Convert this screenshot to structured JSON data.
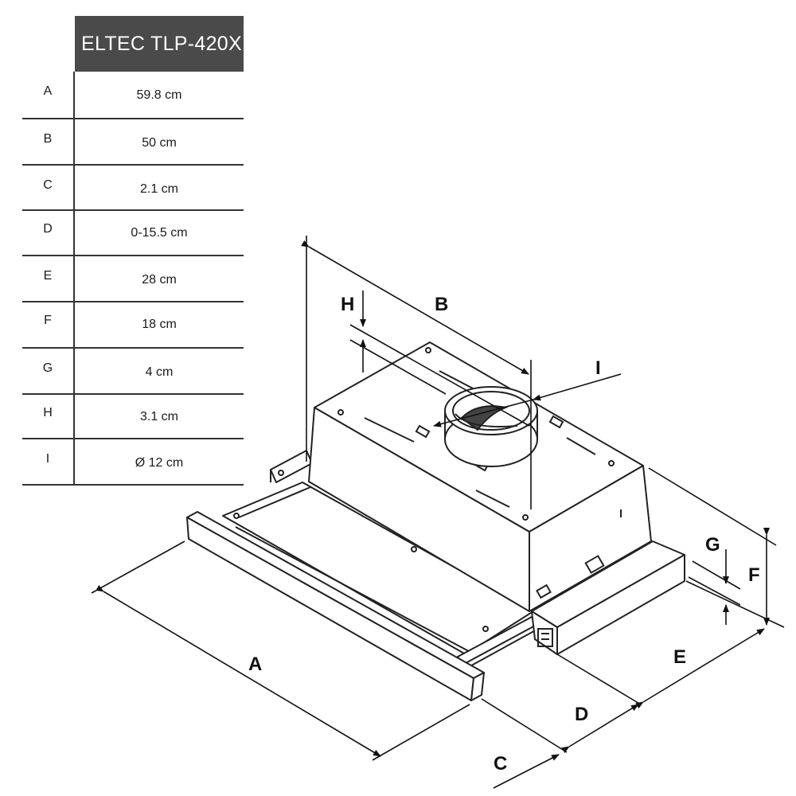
{
  "table": {
    "title": "ELTEC TLP-420X",
    "rows": [
      {
        "key": "A",
        "value": "59.8 cm"
      },
      {
        "key": "B",
        "value": "50 cm"
      },
      {
        "key": "C",
        "value": "2.1 cm"
      },
      {
        "key": "D",
        "value": "0-15.5 cm"
      },
      {
        "key": "E",
        "value": "28 cm"
      },
      {
        "key": "F",
        "value": "18 cm"
      },
      {
        "key": "G",
        "value": "4 cm"
      },
      {
        "key": "H",
        "value": "3.1 cm"
      },
      {
        "key": "I",
        "value": "Ø 12 cm"
      }
    ]
  },
  "diagram": {
    "labels": {
      "A": "A",
      "B": "B",
      "C": "C",
      "D": "D",
      "E": "E",
      "F": "F",
      "G": "G",
      "H": "H",
      "I": "I"
    }
  }
}
